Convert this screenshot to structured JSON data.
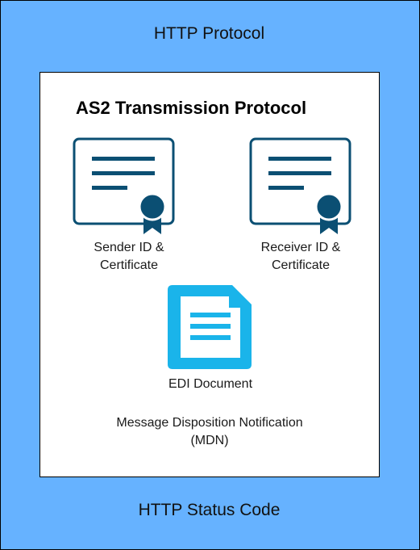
{
  "outer": {
    "title": "HTTP Protocol",
    "footer": "HTTP Status Code",
    "fill": "#66b2ff"
  },
  "inner": {
    "title": "AS2 Transmission Protocol"
  },
  "sender": {
    "icon": "certificate-icon",
    "line1": "Sender ID &",
    "line2": "Certificate"
  },
  "receiver": {
    "icon": "certificate-icon",
    "line1": "Receiver ID &",
    "line2": "Certificate"
  },
  "document": {
    "icon": "document-icon",
    "label": "EDI Document",
    "color": "#1ab4ea"
  },
  "mdn": {
    "line1": "Message Disposition Notification",
    "line2": "(MDN)"
  },
  "colors": {
    "certificate": "#0b4f73"
  }
}
